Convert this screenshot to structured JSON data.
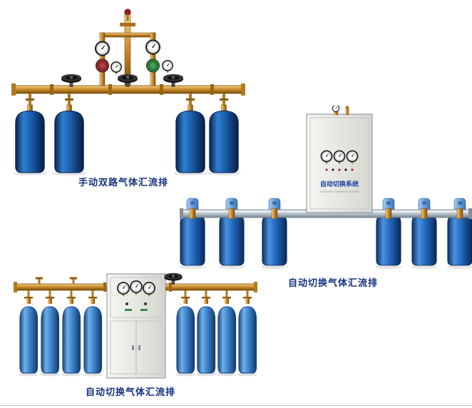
{
  "page": {
    "background": "#ffffff",
    "caption_color": "#16337f"
  },
  "colors": {
    "cylinder_blue_dark": "#1b5cab",
    "cylinder_blue_light": "#3f84cc",
    "brass_pipe": "#cd8f2e",
    "steel_pipe": "#b9c3cc",
    "cabinet_white": "#ececе6"
  },
  "products": [
    {
      "id": "manual-dual-manifold",
      "caption": "手动双路气体汇流排"
    },
    {
      "id": "auto-switch-manifold-wall-cabinet",
      "caption": "自动切换气体汇流排",
      "cabinet_label": "自动切换系统",
      "cabinet_sublabel": "AUTOMATIC MANIFOLD SYSTEM"
    },
    {
      "id": "auto-switch-manifold-floor-cabinet",
      "caption": "自动切换气体汇流排"
    }
  ]
}
